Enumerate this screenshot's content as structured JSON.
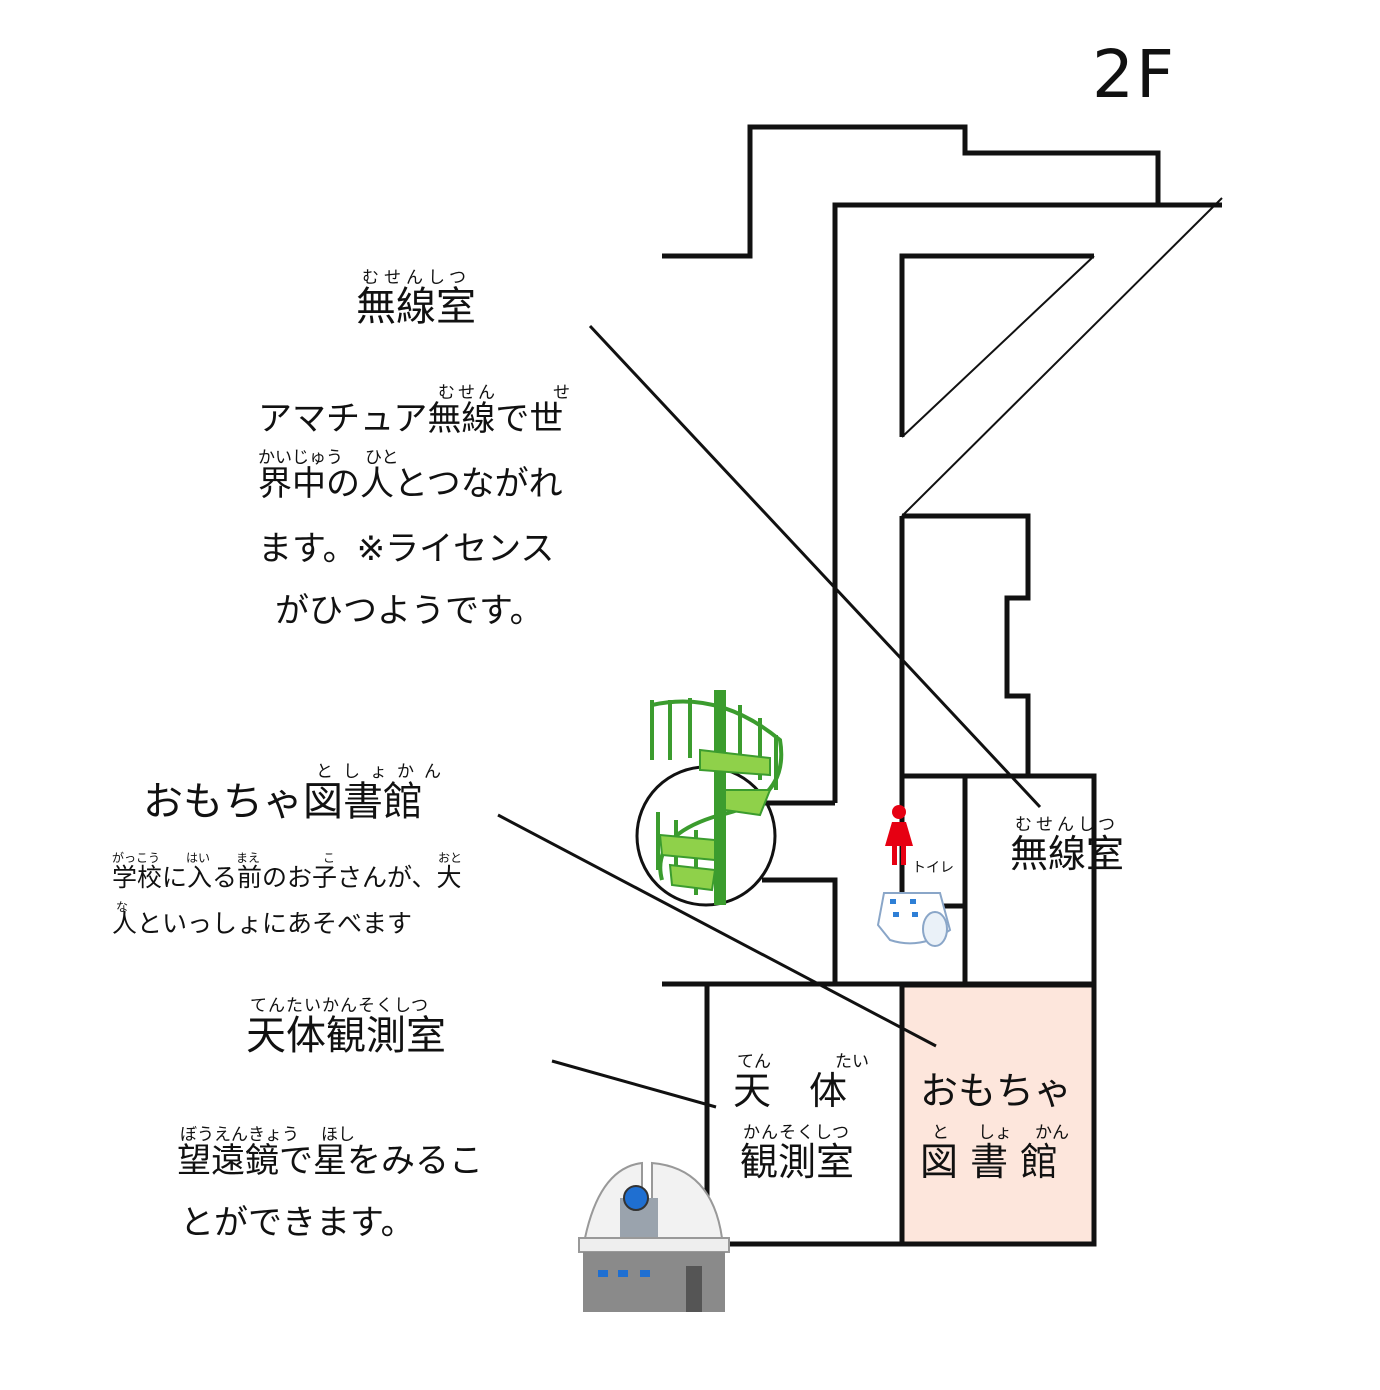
{
  "floor": "2F",
  "callouts": {
    "radio": {
      "title": "無線室",
      "title_ruby": "むせんしつ",
      "desc_lines": [
        {
          "text": "アマチュア無線で世",
          "ruby": [
            {
              "r": "むせん"
            },
            {
              "r": "せ"
            }
          ]
        },
        {
          "text": "界中の人とつながれ",
          "ruby": [
            {
              "r": "かいじゅう"
            },
            {
              "r": "ひと"
            }
          ]
        },
        {
          "text": "ます。※ライセンス"
        },
        {
          "text": "がひつようです。"
        }
      ]
    },
    "toy_library": {
      "title": "おもちゃ図書館",
      "title_ruby": "としょかん",
      "desc_lines": [
        {
          "text": "学校に入る前のお子さんが、大",
          "ruby": [
            {
              "r": "がっこう"
            },
            {
              "r": "はい"
            },
            {
              "r": "まえ"
            },
            {
              "r": "こ"
            },
            {
              "r": "おと"
            }
          ]
        },
        {
          "text": "人といっしょにあそべます",
          "ruby": [
            {
              "r": "な"
            }
          ]
        }
      ]
    },
    "observatory": {
      "title": "天体観測室",
      "title_ruby": "てんたいかんそくしつ",
      "desc_lines": [
        {
          "text": "望遠鏡で星をみるこ",
          "ruby": [
            {
              "r": "ぼうえんきょう"
            },
            {
              "r": "ほし"
            }
          ]
        },
        {
          "text": "とができます。"
        }
      ]
    }
  },
  "rooms": {
    "radio": {
      "label": "無線室",
      "ruby": "むせんしつ"
    },
    "toilet": {
      "label": "トイレ"
    },
    "observatory": {
      "line1": "天　体",
      "ruby1a": "てん",
      "ruby1b": "たい",
      "line2": "観測室",
      "ruby2": "かんそくしつ"
    },
    "toy_library": {
      "line1": "おもちゃ",
      "line2": "図 書 館",
      "ruby2a": "と",
      "ruby2b": "しょ",
      "ruby2c": "かん"
    }
  },
  "icons": [
    "spiral-staircase-icon",
    "female-toilet-icon",
    "diaper-icon",
    "observatory-dome-icon"
  ],
  "colors": {
    "toy_library_fill": "#fde6dc",
    "stair_green": "#3b9c2e",
    "stair_light": "#8fd14a",
    "toilet_red": "#e60012",
    "observatory_stone": "#8a8a8a",
    "observatory_window": "#1f6fd1"
  }
}
